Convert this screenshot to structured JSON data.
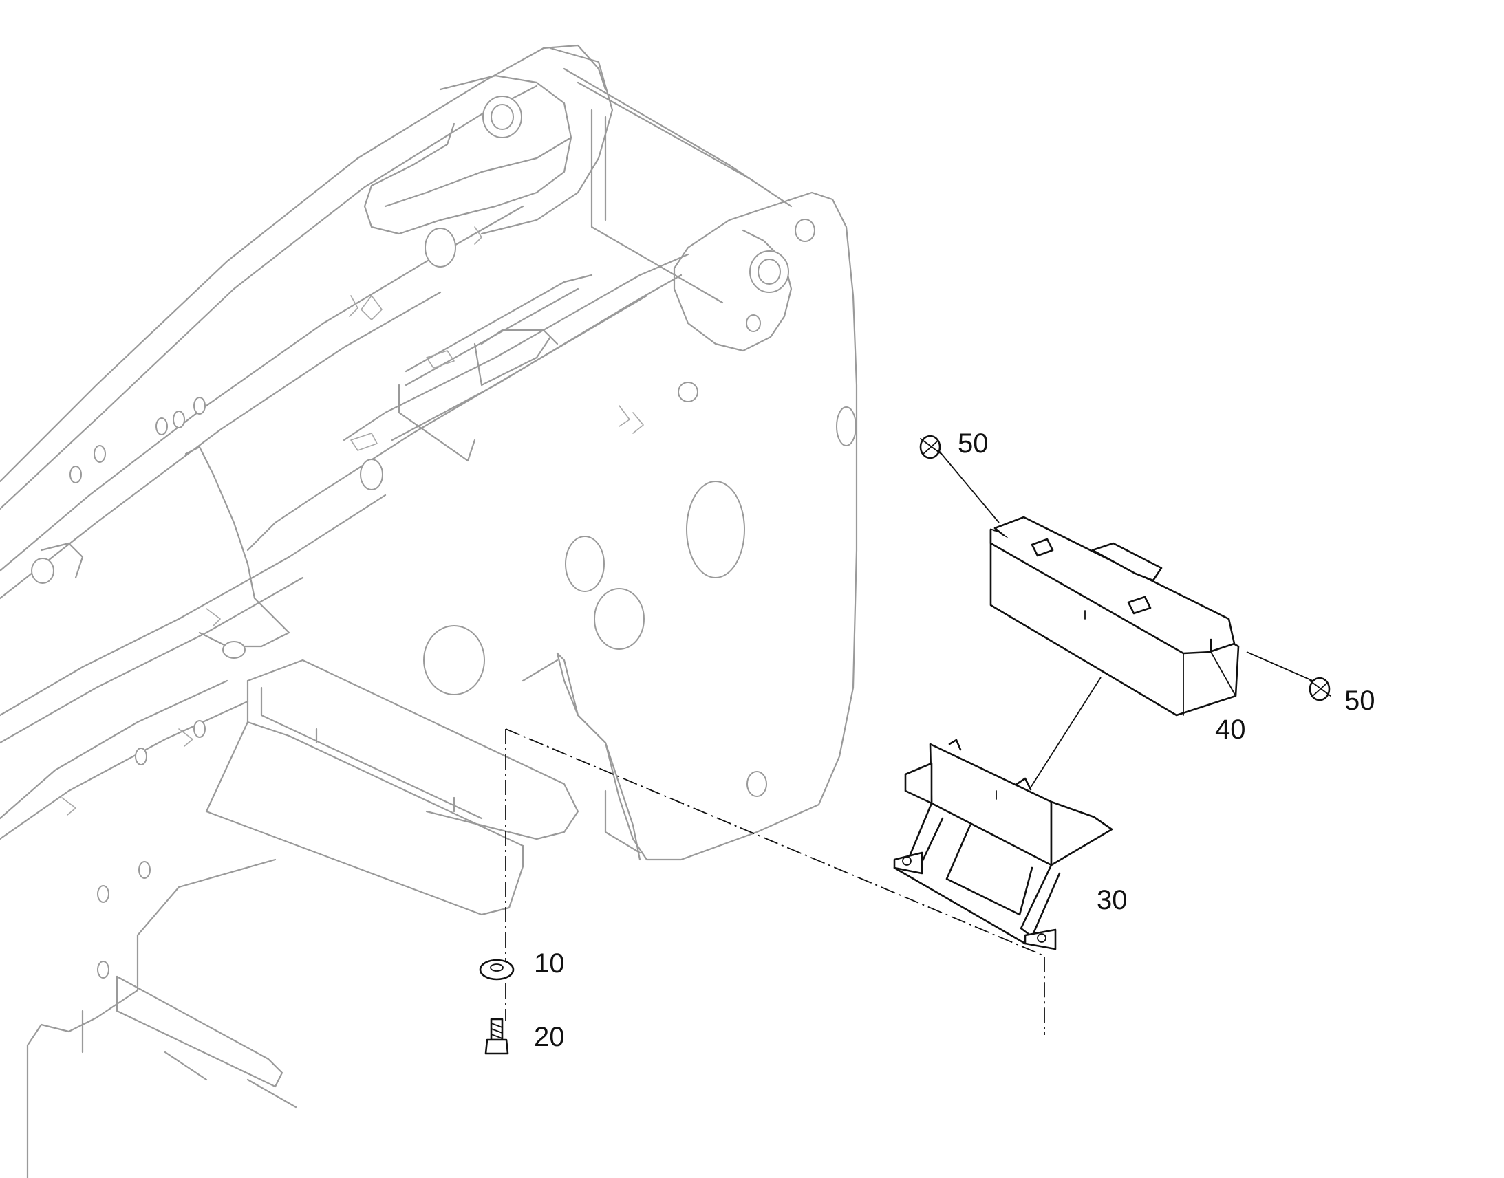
{
  "callouts": {
    "washer": "10",
    "bolt": "20",
    "bracket": "30",
    "toolbox": "40",
    "latch_top": "50",
    "latch_right": "50"
  }
}
